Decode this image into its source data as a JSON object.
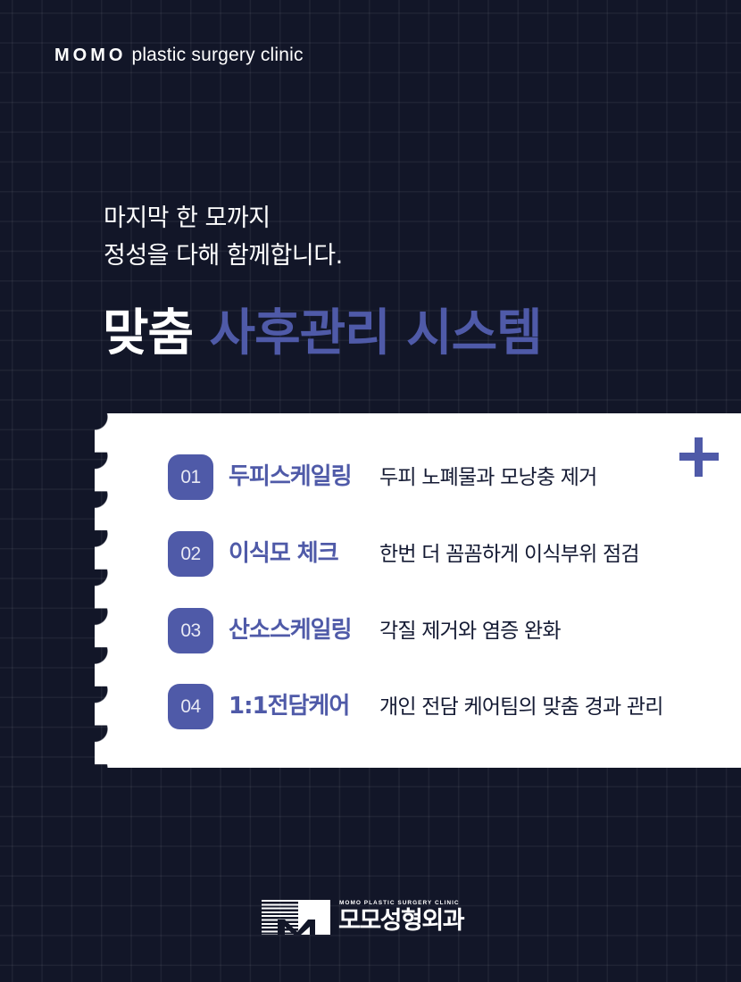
{
  "header": {
    "brand_bold": "MOMO",
    "brand_rest": "plastic surgery clinic"
  },
  "intro": {
    "line1": "마지막 한 모까지",
    "line2": "정성을 다해 함께합니다."
  },
  "headline": {
    "white_part": "맞춤",
    "accent_part": "사후관리 시스템"
  },
  "colors": {
    "background": "#121628",
    "accent": "#4F5AA8",
    "card": "#FFFFFF",
    "text_dark": "#141A33"
  },
  "card": {
    "icon": "plus-icon",
    "items": [
      {
        "number": "01",
        "title": "두피스케일링",
        "description": "두피 노폐물과 모낭충 제거"
      },
      {
        "number": "02",
        "title": "이식모 체크",
        "description": "한번 더 꼼꼼하게 이식부위 점검"
      },
      {
        "number": "03",
        "title": "산소스케일링",
        "description": "각질 제거와 염증 완화"
      },
      {
        "number": "04",
        "title": "1:1전담케어",
        "description": "개인 전담 케어팀의 맞춤 경과 관리"
      }
    ]
  },
  "footer": {
    "logo_icon": "momo-m-logo-icon",
    "logo_small": "MOMO PLASTIC SURGERY CLINIC",
    "logo_korean": "모모성형외과"
  }
}
